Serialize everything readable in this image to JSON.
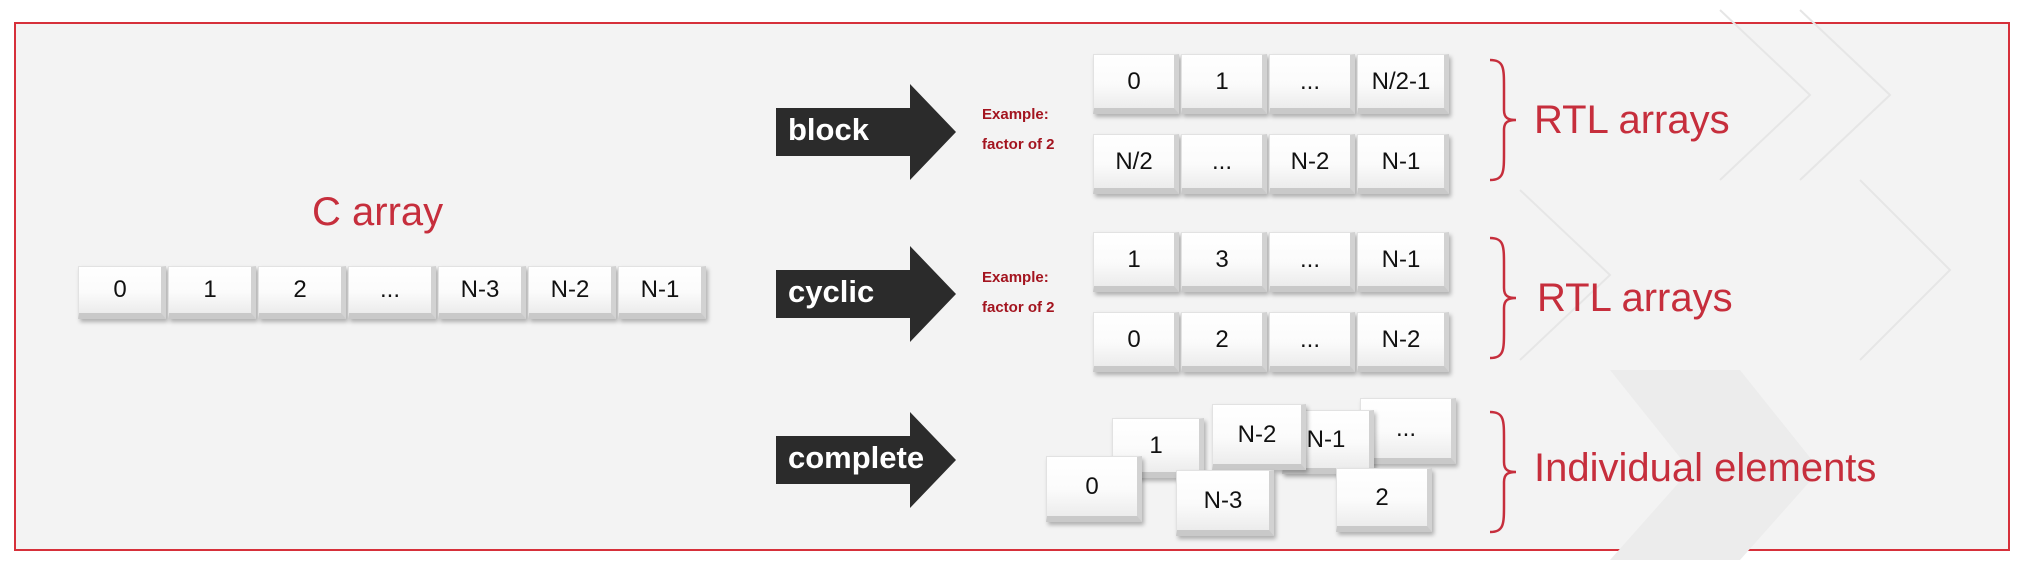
{
  "colors": {
    "frame_border": "#d6303a",
    "label_red": "#c62e3c",
    "example_red": "#a3141f",
    "arrow_fill": "#2b2b2b"
  },
  "c_array": {
    "title": "C array",
    "cells": [
      "0",
      "1",
      "2",
      "...",
      "N-3",
      "N-2",
      "N-1"
    ]
  },
  "block": {
    "arrow_label": "block",
    "example_line1": "Example:",
    "example_line2": "factor of 2",
    "row1": [
      "0",
      "1",
      "...",
      "N/2-1"
    ],
    "row2": [
      "N/2",
      "...",
      "N-2",
      "N-1"
    ],
    "group_label": "RTL arrays"
  },
  "cyclic": {
    "arrow_label": "cyclic",
    "example_line1": "Example:",
    "example_line2": "factor of 2",
    "row1": [
      "1",
      "3",
      "...",
      "N-1"
    ],
    "row2": [
      "0",
      "2",
      "...",
      "N-2"
    ],
    "group_label": "RTL arrays"
  },
  "complete": {
    "arrow_label": "complete",
    "cells": [
      "1",
      "N-2",
      "N-1",
      "...",
      "0",
      "N-3",
      "2"
    ],
    "group_label": "Individual elements"
  }
}
